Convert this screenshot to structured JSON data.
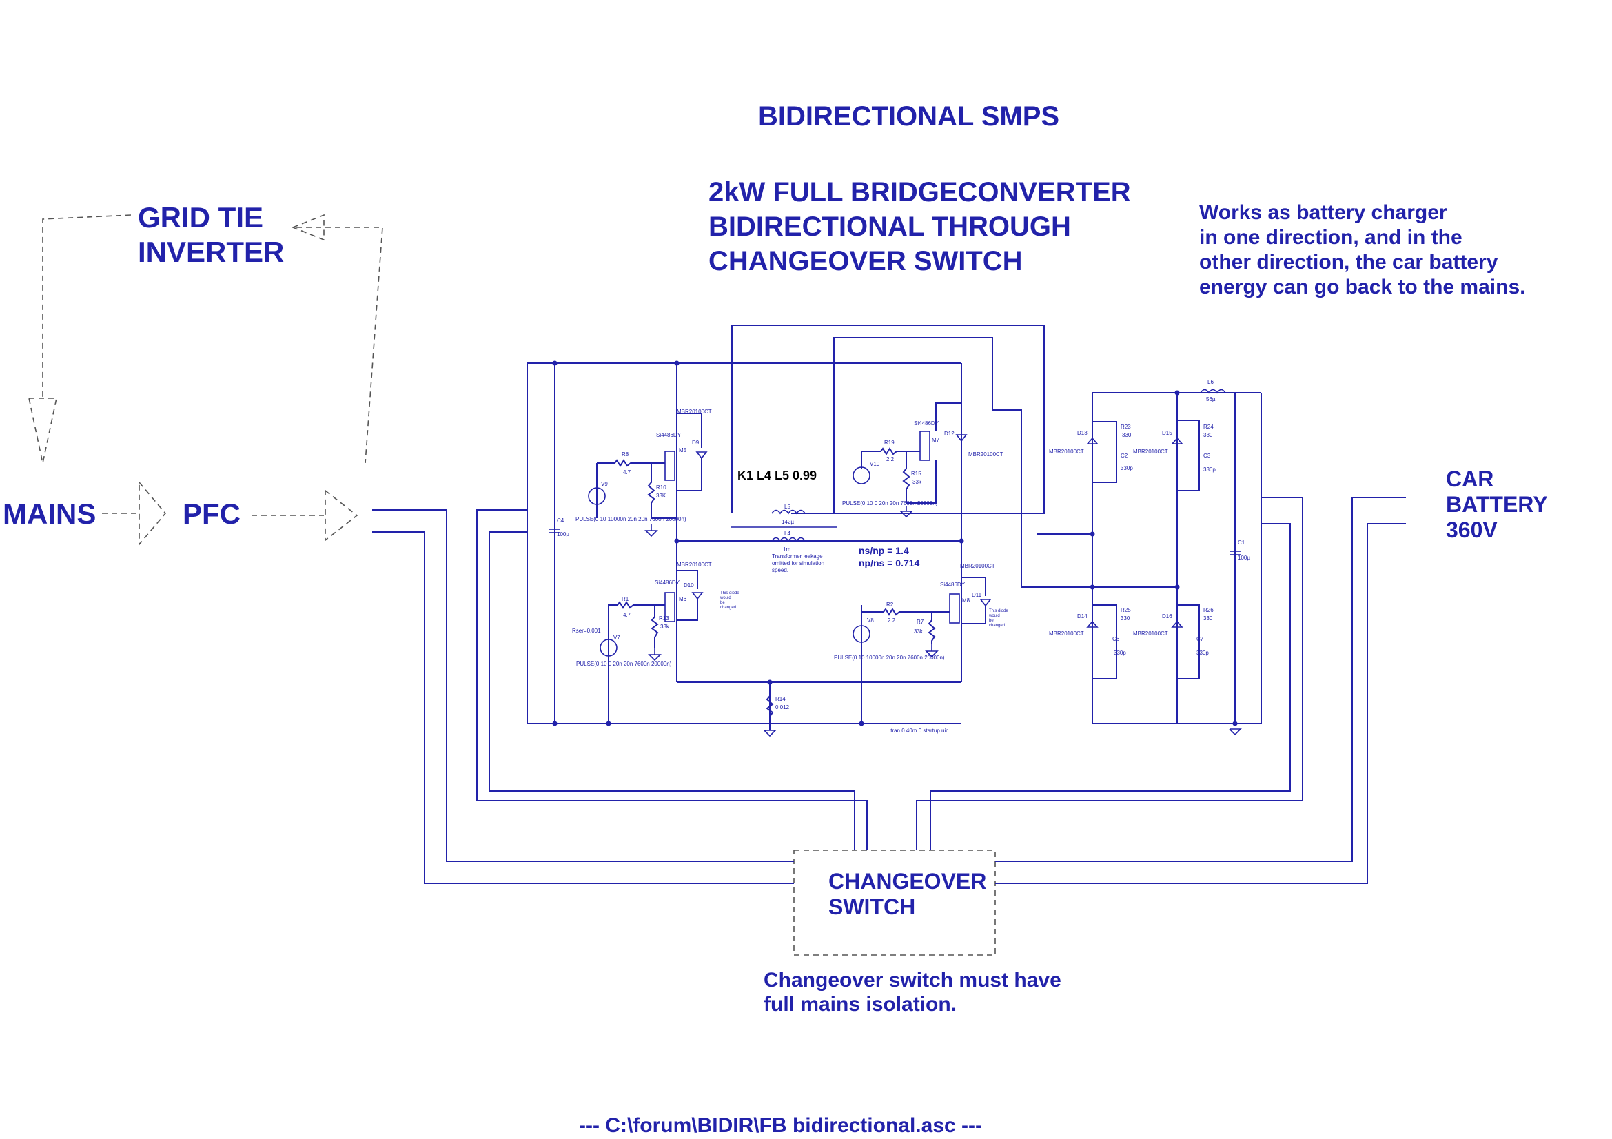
{
  "title": "BIDIRECTIONAL SMPS",
  "subtitle_lines": [
    "2kW FULL BRIDGECONVERTER",
    "BIDIRECTIONAL THROUGH",
    "CHANGEOVER SWITCH"
  ],
  "description_lines": [
    "Works as battery charger",
    "in one direction, and in the",
    "other direction, the car battery",
    "energy can go back to the mains."
  ],
  "grid_tie_lines": [
    "GRID TIE",
    "INVERTER"
  ],
  "mains_label": "MAINS",
  "pfc_label": "PFC",
  "car_battery_lines": [
    "CAR",
    "BATTERY",
    "360V"
  ],
  "changeover_lines": [
    "CHANGEOVER",
    "SWITCH"
  ],
  "isolation_note_lines": [
    "Changeover switch must have",
    "full mains isolation."
  ],
  "footer": "---  C:\\forum\\BIDIR\\FB bidirectional.asc  ---",
  "coupling_label": "K1 L4 L5 0.99",
  "turns_ratio_lines": [
    "ns/np = 1.4",
    "np/ns = 0.714"
  ],
  "leakage_note_lines": [
    "Transformer leakage",
    "omitted for simulation",
    "speed."
  ],
  "diode_note_lines": [
    "This diode",
    "would",
    "be",
    "changed"
  ],
  "sim_directive": ".tran 0 40m 0 startup uic",
  "components": {
    "C4": {
      "name": "C4",
      "value": "100µ"
    },
    "C1": {
      "name": "C1",
      "value": "100µ"
    },
    "L5": {
      "name": "L5",
      "value": "142µ"
    },
    "L4": {
      "name": "L4",
      "value": "1m"
    },
    "L6": {
      "name": "L6",
      "value": "56µ"
    },
    "R14": {
      "name": "R14",
      "value": "0.012"
    },
    "M5": {
      "name": "M5",
      "part": "Si4486DY"
    },
    "M7": {
      "name": "M7",
      "part": "Si4486DY"
    },
    "M6": {
      "name": "M6",
      "part": "Si4486DY"
    },
    "M8": {
      "name": "M8",
      "part": "Si4486DY"
    },
    "D9": {
      "name": "D9",
      "part": "MBR20100CT"
    },
    "D12": {
      "name": "D12",
      "part": "MBR20100CT"
    },
    "D10": {
      "name": "D10",
      "part": "MBR20100CT"
    },
    "D11": {
      "name": "D11",
      "part": "MBR20100CT"
    },
    "R8": {
      "name": "R8",
      "value": "4.7"
    },
    "R10": {
      "name": "R10",
      "value": "33K"
    },
    "R19": {
      "name": "R19",
      "value": "2.2"
    },
    "R15": {
      "name": "R15",
      "value": "33k"
    },
    "R1": {
      "name": "R1",
      "value": "4.7"
    },
    "R13": {
      "name": "R13",
      "value": "33k"
    },
    "R2": {
      "name": "R2",
      "value": "2.2"
    },
    "R7": {
      "name": "R7",
      "value": "33k"
    },
    "V9": {
      "name": "V9",
      "pulse": "PULSE(0 10 10000n 20n 20n 7600n 20000n)"
    },
    "V10": {
      "name": "V10",
      "pulse": "PULSE(0 10 0 20n 20n 7600n 20000n)"
    },
    "V7": {
      "name": "V7",
      "pulse": "PULSE(0 10 0 20n 20n 7600n 20000n)",
      "rser": "Rser=0.001"
    },
    "V8": {
      "name": "V8",
      "pulse": "PULSE(0 10 10000n 20n 20n 7600n 20000n)"
    },
    "D13": {
      "name": "D13",
      "part": "MBR20100CT"
    },
    "D15": {
      "name": "D15",
      "part": "MBR20100CT"
    },
    "D14": {
      "name": "D14",
      "part": "MBR20100CT"
    },
    "D16": {
      "name": "D16",
      "part": "MBR20100CT"
    },
    "R23": {
      "name": "R23",
      "value": "330"
    },
    "R24": {
      "name": "R24",
      "value": "330"
    },
    "R25": {
      "name": "R25",
      "value": "330"
    },
    "R26": {
      "name": "R26",
      "value": "330"
    },
    "C2": {
      "name": "C2",
      "value": "330p"
    },
    "C3": {
      "name": "C3",
      "value": "330p"
    },
    "C6": {
      "name": "C6",
      "value": "330p"
    },
    "C7": {
      "name": "C7",
      "value": "330p"
    }
  }
}
